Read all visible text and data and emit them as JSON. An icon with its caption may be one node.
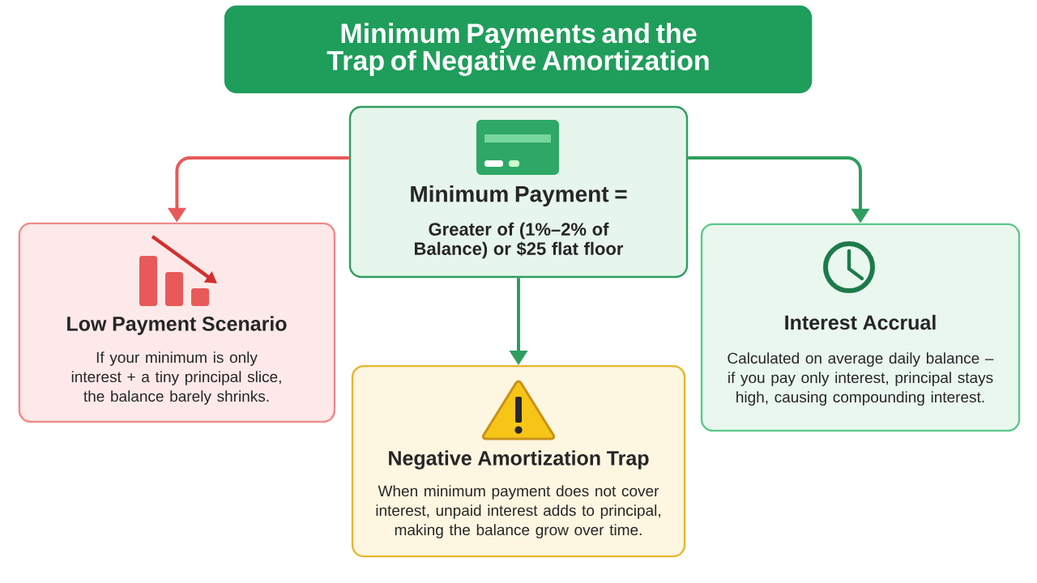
{
  "diagram": {
    "nodes": [
      {
        "text": [
          "Minimum Payments and the Trap of Negative Amortization"
        ]
      },
      {
        "text": [
          "Minimum Payment =",
          "Greater of (1%–2% of Balance) or $25 flat floor"
        ]
      },
      {
        "text": [
          "Low Payment Scenario",
          "If your minimum is only interest + a tiny principal slice, the balance barely shrinks."
        ]
      },
      {
        "text": [
          "Negative Amortization Trap",
          "When minimum payment does not cover interest, unpaid interest adds to principal, making the balance grow over time."
        ]
      },
      {
        "text": [
          "Interest Accrual",
          "Calculated on average daily balance – if you pay only interest, principal stays high, causing compounding interest."
        ]
      }
    ],
    "edges": [
      {
        "from": 1,
        "to": 2,
        "arrow": "to",
        "color": "#e85a5a"
      },
      {
        "from": 1,
        "to": 3,
        "arrow": "to"
      },
      {
        "from": 1,
        "to": 4,
        "arrow": "to"
      }
    ]
  }
}
